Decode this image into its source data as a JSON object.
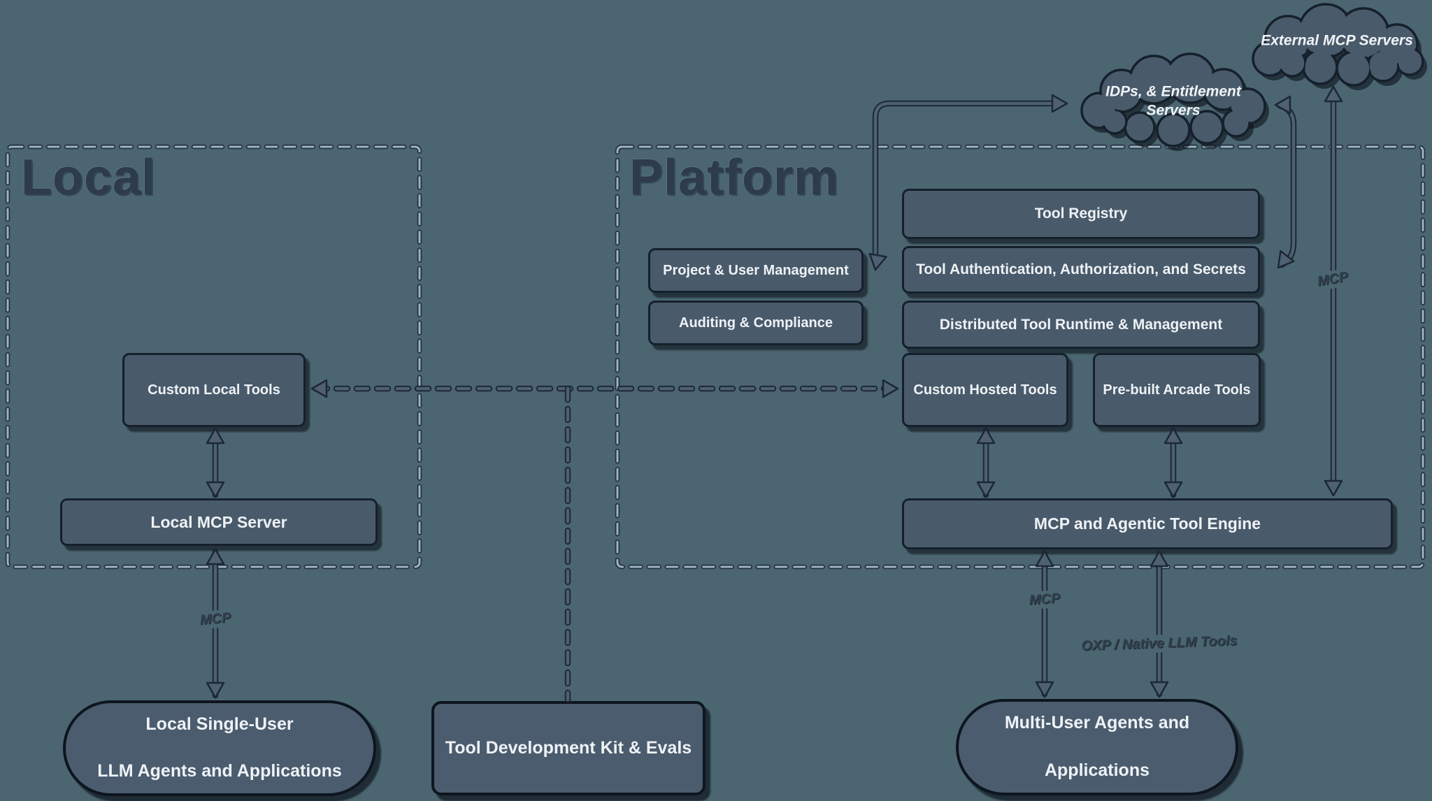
{
  "colors": {
    "background": "#4b6671",
    "panel_fill": "#495a6a",
    "panel_border": "#15202c",
    "text_light": "#eef2f6",
    "dash_light": "#9fb2c0",
    "dash_dark": "#223140",
    "title": "#2d3b4d",
    "arrow_fill": "#4e6072",
    "arrow_outline": "#1c2836"
  },
  "local": {
    "title": "Local",
    "boxes": {
      "custom_local_tools": "Custom Local Tools",
      "local_mcp_server": "Local MCP Server"
    }
  },
  "platform": {
    "title": "Platform",
    "boxes": {
      "tool_registry": "Tool Registry",
      "tool_auth": "Tool Authentication, Authorization, and Secrets",
      "dist_runtime": "Distributed Tool Runtime & Management",
      "project_user": "Project & User Management",
      "auditing": "Auditing & Compliance",
      "custom_hosted": "Custom Hosted Tools",
      "prebuilt": "Pre-built Arcade Tools",
      "engine": "MCP and Agentic Tool Engine"
    }
  },
  "clouds": {
    "external": "External MCP Servers",
    "idps": "IDPs, & Entitlement Servers"
  },
  "bottom": {
    "local_agents": {
      "line1": "Local Single-User",
      "line2": "LLM Agents and Applications"
    },
    "tdk": "Tool Development Kit & Evals",
    "multi_user": {
      "line1": "Multi-User Agents and",
      "line2": "Applications"
    }
  },
  "labels": {
    "mcp_local": "MCP",
    "mcp_engine": "MCP",
    "mcp_external": "MCP",
    "oxp": "OXP / Native LLM Tools"
  }
}
